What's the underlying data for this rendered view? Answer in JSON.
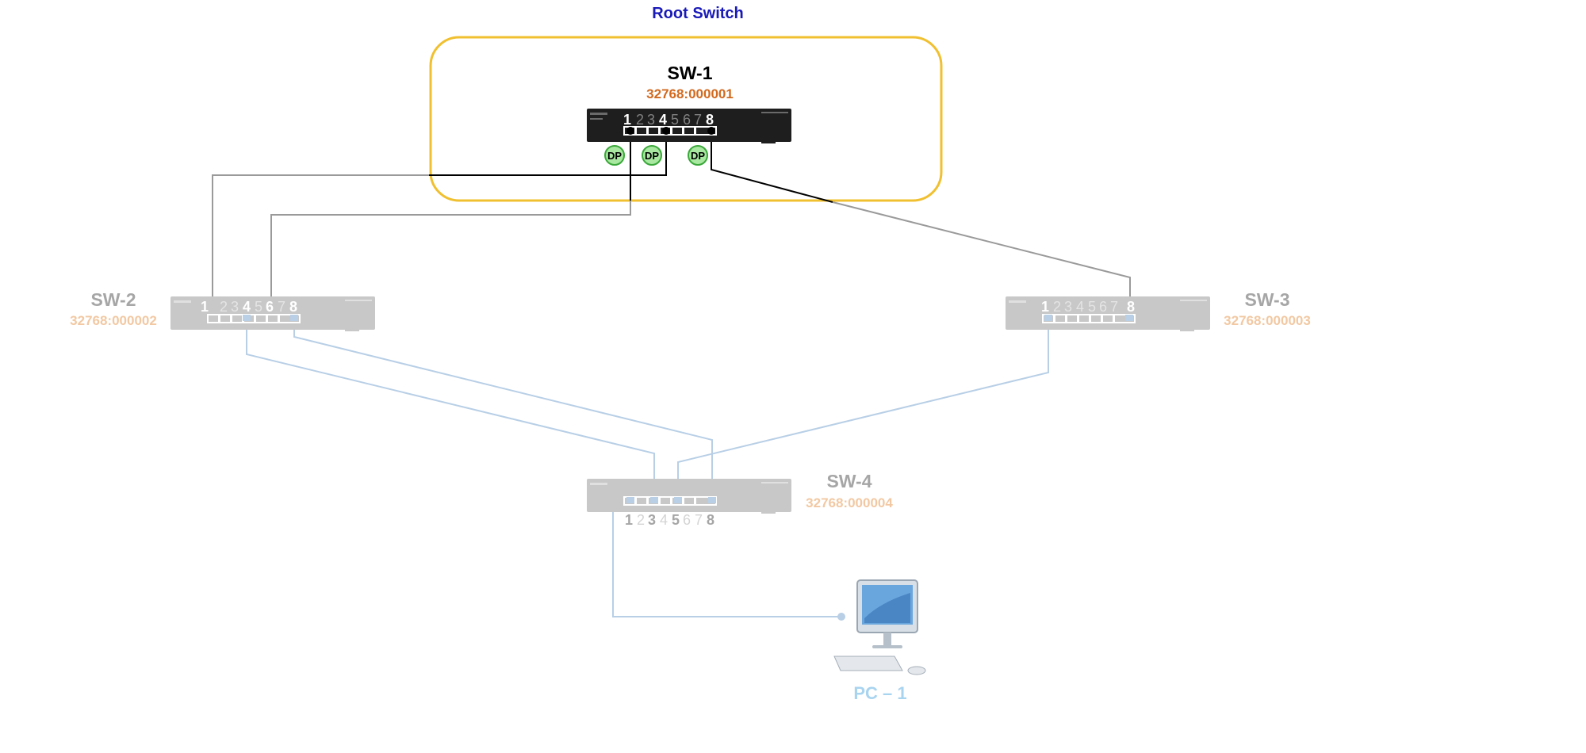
{
  "root_label": "Root Switch",
  "switches": [
    {
      "name": "SW-1",
      "id": "32768:000001",
      "ports": [
        "1",
        "2",
        "3",
        "4",
        "5",
        "6",
        "7",
        "8"
      ],
      "role": "root"
    },
    {
      "name": "SW-2",
      "id": "32768:000002",
      "ports": [
        "1",
        "2",
        "3",
        "4",
        "5",
        "6",
        "7",
        "8"
      ],
      "role": "faded"
    },
    {
      "name": "SW-3",
      "id": "32768:000003",
      "ports": [
        "1",
        "2",
        "3",
        "4",
        "5",
        "6",
        "7",
        "8"
      ],
      "role": "faded"
    },
    {
      "name": "SW-4",
      "id": "32768:000004",
      "ports": [
        "1",
        "2",
        "3",
        "4",
        "5",
        "6",
        "7",
        "8"
      ],
      "role": "faded"
    }
  ],
  "designated_port_label": "DP",
  "pc": {
    "name": "PC – 1"
  },
  "colors": {
    "root_label": "#1a1ab8",
    "root_box": "#f0c030",
    "root_id": "#d2691e",
    "faded_name": "#a6a6a6",
    "faded_id": "#f2c8a2",
    "active_link": "#000000",
    "gray_link": "#9a9a9a",
    "blue_link": "#b8cfe6",
    "dp_fill": "#a8e8a0",
    "dp_stroke": "#3aa83a",
    "pc_label": "#a9d4f0"
  }
}
